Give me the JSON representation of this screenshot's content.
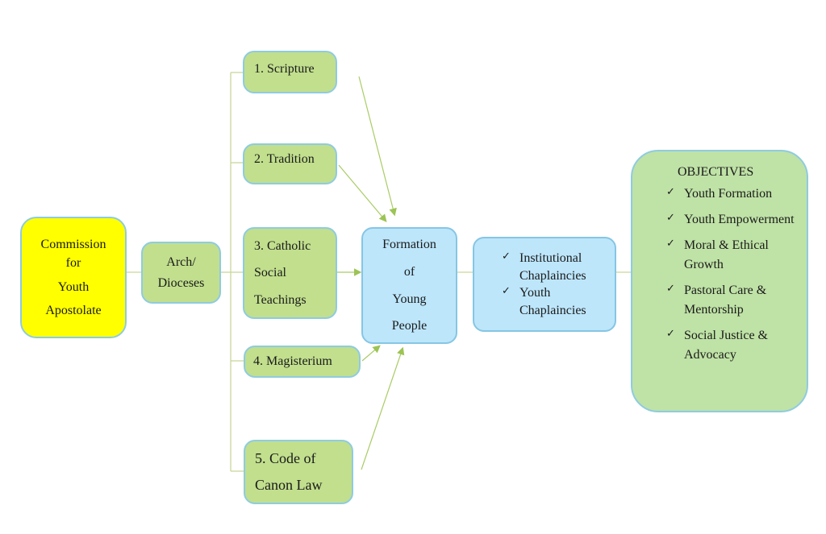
{
  "diagram": {
    "commission": {
      "lines": [
        "Commission",
        "for",
        "Youth",
        "Apostolate"
      ],
      "color": "#ffff00"
    },
    "dioceses": {
      "lines": [
        "Arch/",
        "Dioceses"
      ]
    },
    "sources": [
      {
        "lines": [
          "1. Scripture"
        ]
      },
      {
        "lines": [
          "2. Tradition"
        ]
      },
      {
        "lines": [
          "3. Catholic",
          "Social",
          "Teachings"
        ]
      },
      {
        "lines": [
          "4. Magisterium"
        ]
      },
      {
        "lines": [
          "5. Code of",
          "Canon Law"
        ]
      }
    ],
    "formation": {
      "lines": [
        "Formation",
        "of",
        "Young",
        "People"
      ]
    },
    "chaplaincies": {
      "items": [
        "Institutional Chaplaincies",
        "Youth Chaplaincies"
      ]
    },
    "objectives": {
      "title": "OBJECTIVES",
      "items": [
        "Youth Formation",
        "Youth Empowerment",
        "Moral & Ethical Growth",
        "Pastoral Care & Mentorship",
        "Social Justice & Advocacy"
      ]
    },
    "colors": {
      "green": "#c1df8d",
      "blue": "#bde6fb",
      "yellow": "#ffff00",
      "border": "#8fcbe0",
      "connector": "#b5cf7a"
    }
  }
}
